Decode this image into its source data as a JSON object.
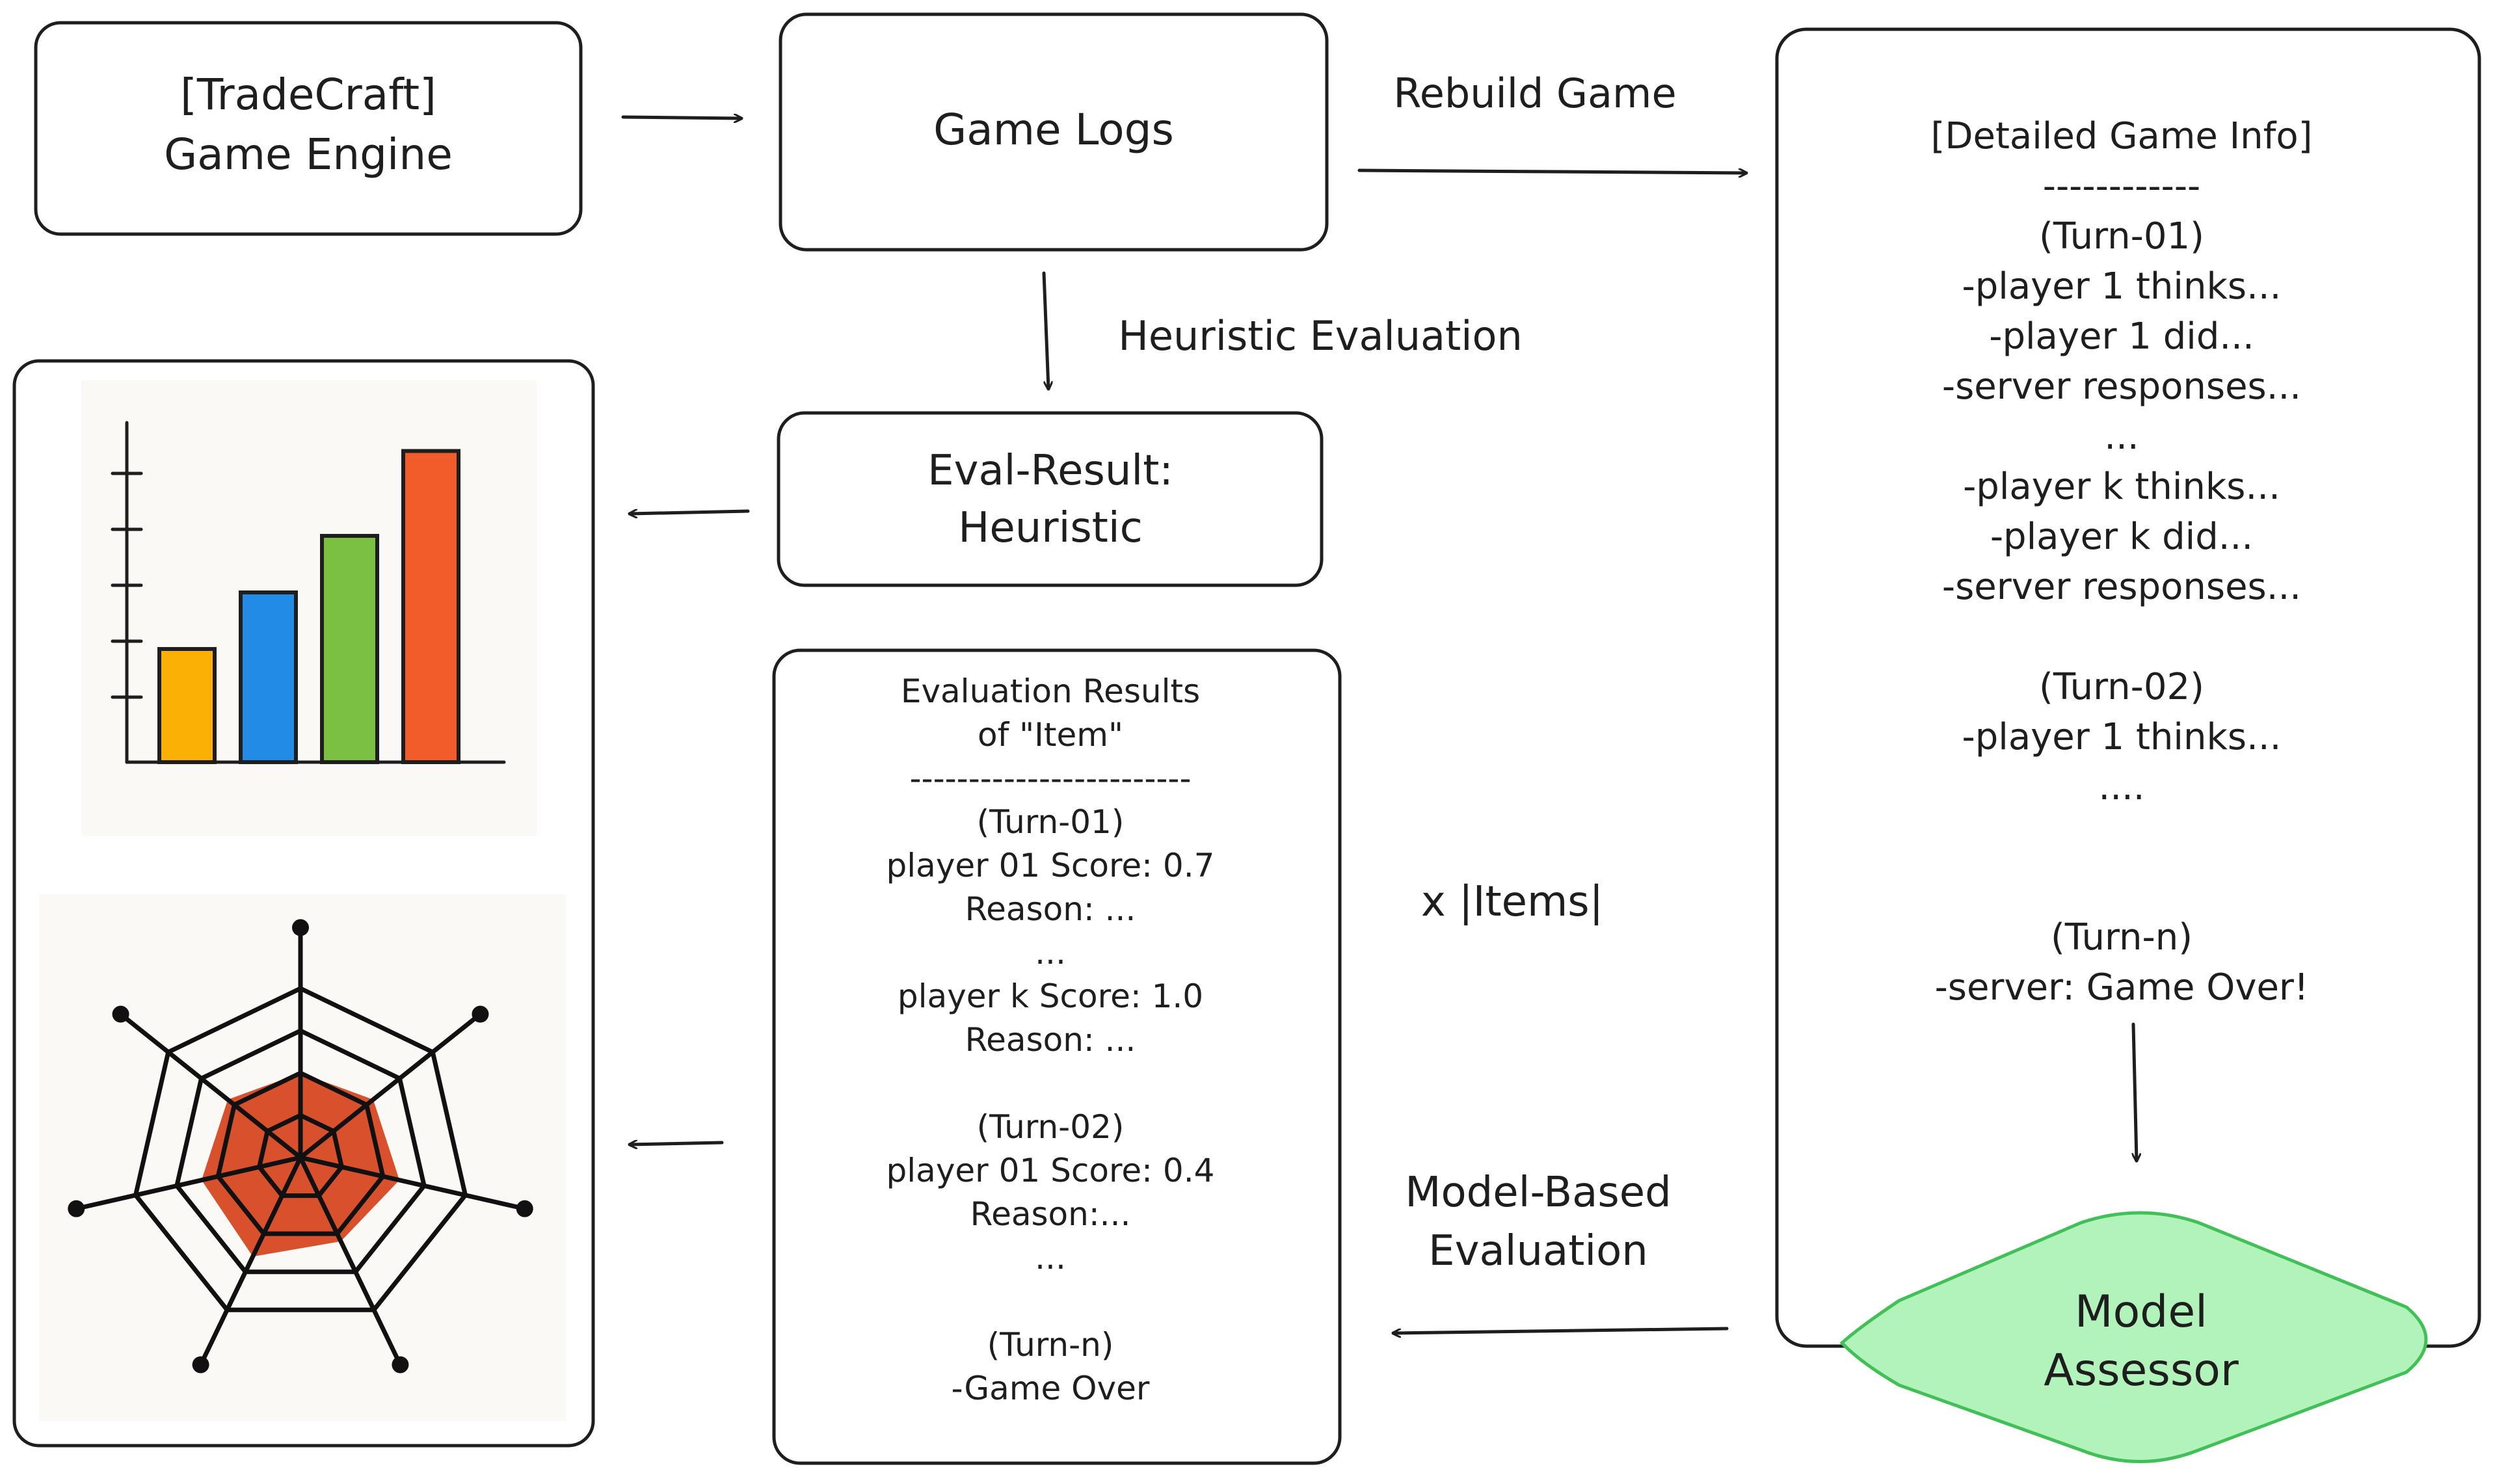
{
  "nodes": {
    "engine": {
      "line1": "[TradeCraft]",
      "line2": "Game Engine"
    },
    "game_logs": {
      "label": "Game Logs"
    },
    "eval_heuristic": {
      "line1": "Eval-Result:",
      "line2": "Heuristic"
    },
    "detailed_info": {
      "lines": [
        "[Detailed Game Info]",
        "------------",
        "(Turn-01)",
        "-player 1 thinks...",
        "-player 1 did...",
        "-server responses...",
        "...",
        "-player k thinks...",
        "-player k did...",
        "-server responses...",
        "",
        "(Turn-02)",
        "-player 1 thinks...",
        "....",
        "",
        "",
        "(Turn-n)",
        "-server: Game Over!"
      ]
    },
    "eval_results": {
      "lines": [
        "Evaluation Results",
        "of \"Item\"",
        "------------------------",
        "(Turn-01)",
        "player 01 Score: 0.7",
        "Reason: ...",
        "...",
        "player k Score: 1.0",
        "Reason: ...",
        "",
        "(Turn-02)",
        "player 01 Score: 0.4",
        "Reason:...",
        "...",
        "",
        "(Turn-n)",
        "-Game Over"
      ]
    },
    "model_assessor": {
      "line1": "Model",
      "line2": "Assessor"
    }
  },
  "edge_labels": {
    "rebuild_game": "Rebuild Game",
    "heuristic_evaluation": "Heuristic Evaluation",
    "times_items": "x |Items|",
    "model_based_line1": "Model-Based",
    "model_based_line2": "Evaluation"
  },
  "colors": {
    "stroke": "#1e1e1e",
    "assessor_fill": "#b2f2bb",
    "assessor_stroke": "#40c057",
    "bar_colors": [
      "#fab005",
      "#228be6",
      "#7bc043",
      "#f25c2a"
    ],
    "radar_fill": "#d9512c",
    "panel_bg": "#faf9f5"
  },
  "chart_data": [
    {
      "type": "bar",
      "categories": [
        "",
        "",
        "",
        ""
      ],
      "values": [
        2,
        3,
        4,
        5.5
      ],
      "ylim": [
        0,
        6
      ]
    },
    {
      "type": "radar",
      "categories": [
        "",
        "",
        "",
        "",
        "",
        "",
        ""
      ],
      "values": [
        0.5,
        0.55,
        0.6,
        0.55,
        0.65,
        0.6,
        0.55
      ],
      "rlim": [
        0,
        1
      ]
    }
  ]
}
